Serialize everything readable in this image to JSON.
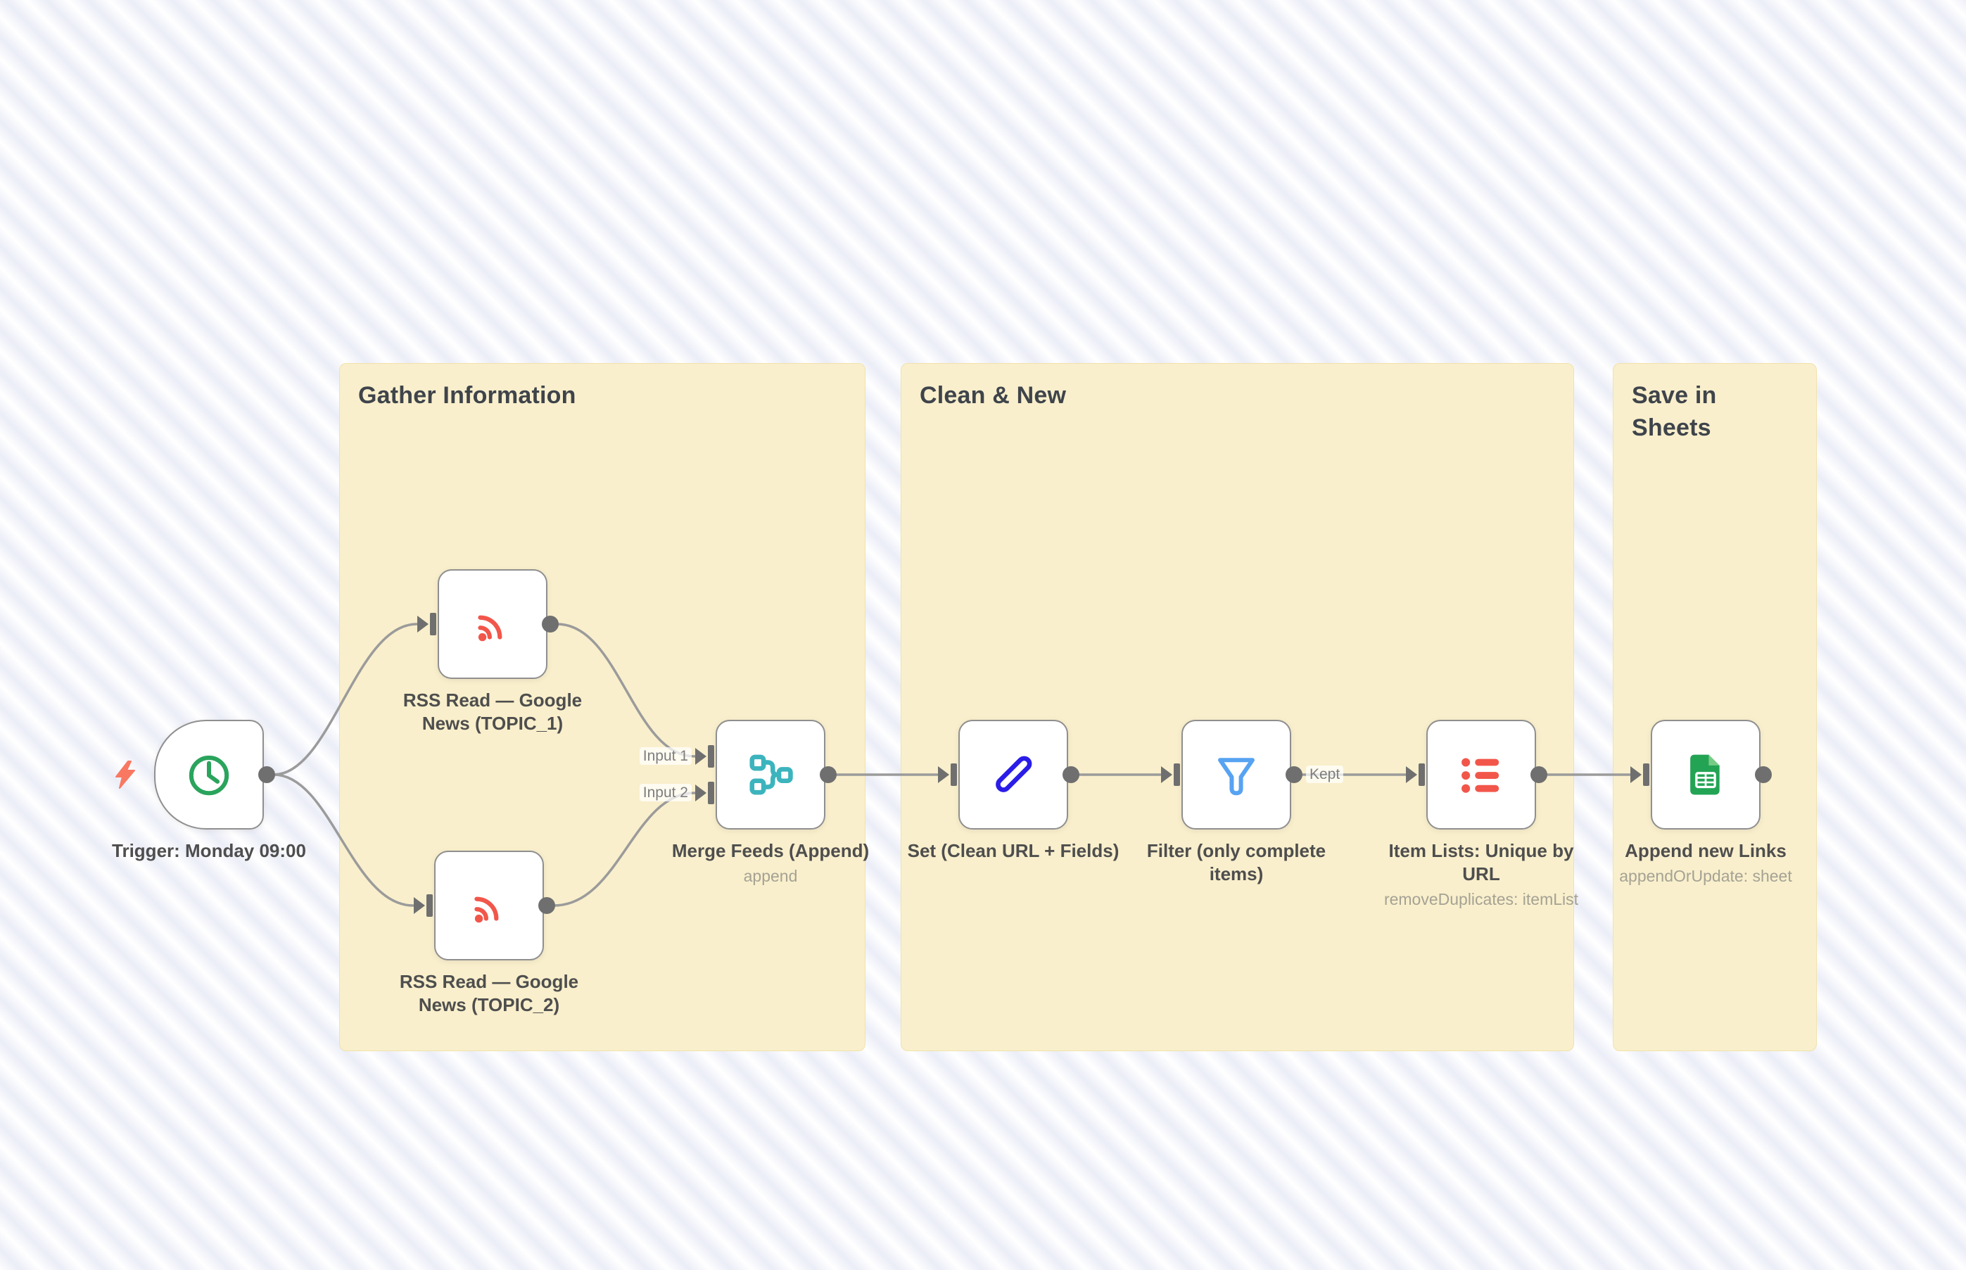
{
  "workflow": {
    "groups": [
      {
        "title": "Gather Information"
      },
      {
        "title": "Clean & New"
      },
      {
        "title": "Save in Sheets"
      }
    ],
    "nodes": [
      {
        "id": "trigger",
        "label": "Trigger: Monday 09:00",
        "icon": "clock-icon",
        "icon_color": "#2aa45c"
      },
      {
        "id": "rss-topic-1",
        "label": "RSS Read — Google News (TOPIC_1)",
        "icon": "rss-icon",
        "icon_color": "#f2564a"
      },
      {
        "id": "rss-topic-2",
        "label": "RSS Read — Google News (TOPIC_2)",
        "icon": "rss-icon",
        "icon_color": "#f2564a"
      },
      {
        "id": "merge",
        "label": "Merge Feeds (Append)",
        "subtitle": "append",
        "icon": "merge-icon",
        "icon_color": "#3cb4bd",
        "input_labels": [
          "Input 1",
          "Input 2"
        ]
      },
      {
        "id": "set",
        "label": "Set (Clean URL + Fields)",
        "icon": "pencil-icon",
        "icon_color": "#2a1de8"
      },
      {
        "id": "filter",
        "label": "Filter (only complete items)",
        "icon": "funnel-icon",
        "icon_color": "#57a3f2",
        "output_label": "Kept"
      },
      {
        "id": "item-lists",
        "label": "Item Lists: Unique by URL",
        "subtitle": "removeDuplicates: itemList",
        "icon": "list-icon",
        "icon_color": "#f2564a"
      },
      {
        "id": "sheets",
        "label": "Append new Links",
        "subtitle": "appendOrUpdate: sheet",
        "icon": "sheets-icon",
        "icon_color": "#23a455"
      }
    ],
    "palette": {
      "group_background": "#f9efcc",
      "group_title_color": "#3f444b",
      "node_border": "#8f8f8f",
      "connector": "#9b9b9b",
      "port": "#6f6f6f",
      "label_color": "#4e4e4e",
      "subtitle_color": "#a5a294",
      "trigger_bolt": "#f97862",
      "background_stripe": "#ebedf7"
    }
  }
}
